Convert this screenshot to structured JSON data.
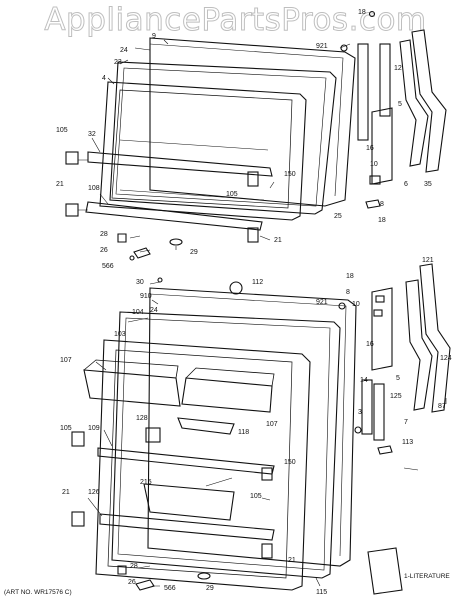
{
  "watermark": "AppliancePartsPros.com",
  "art_number": "(ART NO. WR17576 C)",
  "literature_label": "1-LITERATURE",
  "labels": {
    "l18a": "18",
    "l9": "9",
    "l24a": "24",
    "l23": "23",
    "l4": "4",
    "l921a": "921",
    "l12": "12",
    "l105a": "105",
    "l32": "32",
    "l21a": "21",
    "l108": "108",
    "l150a": "150",
    "l105b": "105",
    "l16a": "16",
    "l5a": "5",
    "l10a": "10",
    "l8a": "8",
    "l18b": "18",
    "l25": "25",
    "l6": "6",
    "l35": "35",
    "l28a": "28",
    "l26a": "26",
    "l566a": "566",
    "l29a": "29",
    "l21b": "21",
    "l30": "30",
    "l112": "112",
    "l18c": "18",
    "l121": "121",
    "l910": "910",
    "l921b": "921",
    "l104": "104",
    "l24b": "24",
    "l103": "103",
    "l8b": "8",
    "l10b": "10",
    "l107a": "107",
    "l16b": "16",
    "l5b": "5",
    "l124": "124",
    "l14": "14",
    "l125": "125",
    "l87": "87",
    "l3": "3",
    "l7": "7",
    "l105c": "105",
    "l109": "109",
    "l128": "128",
    "l118": "118",
    "l107b": "107",
    "l113": "113",
    "l150b": "150",
    "l215": "215",
    "l105d": "105",
    "l21c": "21",
    "l126": "126",
    "l21d": "21",
    "l28b": "28",
    "l26b": "26",
    "l566b": "566",
    "l29b": "29",
    "l115": "115"
  }
}
